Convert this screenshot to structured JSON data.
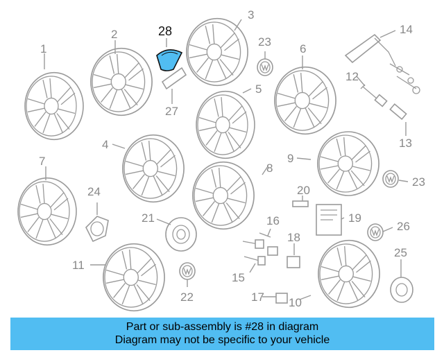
{
  "diagram": {
    "highlight_color": "#51bdf2",
    "labels": [
      {
        "id": "1",
        "text": "1"
      },
      {
        "id": "2",
        "text": "2"
      },
      {
        "id": "3",
        "text": "3"
      },
      {
        "id": "4",
        "text": "4"
      },
      {
        "id": "5",
        "text": "5"
      },
      {
        "id": "6",
        "text": "6"
      },
      {
        "id": "7",
        "text": "7"
      },
      {
        "id": "8",
        "text": "8"
      },
      {
        "id": "9",
        "text": "9"
      },
      {
        "id": "10",
        "text": "10"
      },
      {
        "id": "11",
        "text": "11"
      },
      {
        "id": "12",
        "text": "12"
      },
      {
        "id": "13",
        "text": "13"
      },
      {
        "id": "14",
        "text": "14"
      },
      {
        "id": "15",
        "text": "15"
      },
      {
        "id": "16",
        "text": "16"
      },
      {
        "id": "17",
        "text": "17"
      },
      {
        "id": "18",
        "text": "18"
      },
      {
        "id": "19",
        "text": "19"
      },
      {
        "id": "20",
        "text": "20"
      },
      {
        "id": "21",
        "text": "21"
      },
      {
        "id": "22",
        "text": "22"
      },
      {
        "id": "23a",
        "text": "23"
      },
      {
        "id": "23b",
        "text": "23"
      },
      {
        "id": "24",
        "text": "24"
      },
      {
        "id": "25",
        "text": "25"
      },
      {
        "id": "26",
        "text": "26"
      },
      {
        "id": "27",
        "text": "27"
      },
      {
        "id": "28",
        "text": "28"
      }
    ]
  },
  "banner": {
    "line1": "Part or sub-assembly is #28 in diagram",
    "line2": "Diagram may not be specific to your vehicle",
    "background": "#51bdf2"
  }
}
